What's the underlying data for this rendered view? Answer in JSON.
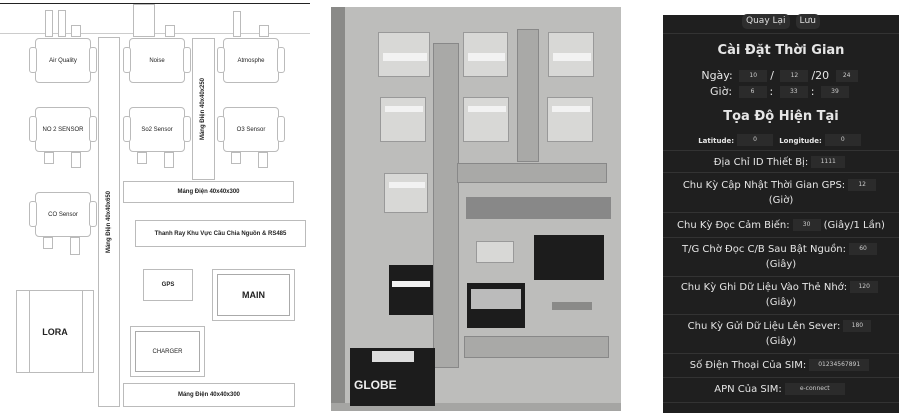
{
  "diagram": {
    "sensors": [
      "Air Quality",
      "Noise",
      "Atmosphe",
      "NO 2 SENSOR",
      "So2 Sensor",
      "O3 Sensor",
      "CO Sensor"
    ],
    "trays": {
      "vertical_long": "Máng Điện 40x40x650",
      "vertical_short": "Máng Điện 40x40x250",
      "horizontal_top": "Máng Điện 40x40x300",
      "horizontal_bottom": "Máng Điện 40x40x300"
    },
    "rail": "Thanh Ray Khu Vực Cầu Chia Nguồn & RS485",
    "modules": {
      "gps": "GPS",
      "main": "MAIN",
      "charger": "CHARGER",
      "lora": "LORA"
    }
  },
  "photo": {
    "battery_brand": "GLOBE"
  },
  "settings": {
    "buttons": {
      "back": "Quay Lại",
      "save": "Lưu"
    },
    "time_title": "Cài Đặt Thời Gian",
    "date_label": "Ngày:",
    "day": "10",
    "month": "12",
    "year_prefix": "/20",
    "year": "24",
    "date_sep": "/",
    "time_label": "Giờ:",
    "hour": "6",
    "minute": "33",
    "second": "39",
    "time_sep": ":",
    "coord_title": "Tọa Độ Hiện Tại",
    "lat_label": "Latitude:",
    "lat": "0",
    "lon_label": "Longitude:",
    "lon": "0",
    "device_id_label": "Địa Chỉ ID Thiết Bị:",
    "device_id": "1111",
    "gps_label": "Chu Kỳ Cập Nhật Thời Gian GPS:",
    "gps_value": "12",
    "gps_unit": "(Giờ)",
    "sensor_label": "Chu Kỳ Đọc Cảm Biến:",
    "sensor_value": "30",
    "sensor_unit": "(Giây/1 Lần)",
    "wait_label": "T/G Chờ Đọc C/B Sau Bật Nguồn:",
    "wait_value": "60",
    "wait_unit": "(Giây)",
    "sd_label": "Chu Kỳ Ghi Dữ Liệu Vào Thẻ Nhớ:",
    "sd_value": "120",
    "sd_unit": "(Giây)",
    "send_label": "Chu Kỳ Gửi Dữ Liệu Lên Sever:",
    "send_value": "180",
    "send_unit": "(Giây)",
    "phone_label": "Số Điện Thoại Của SIM:",
    "phone": "01234567891",
    "apn_label": "APN Của SIM:",
    "apn": "e-connect"
  }
}
